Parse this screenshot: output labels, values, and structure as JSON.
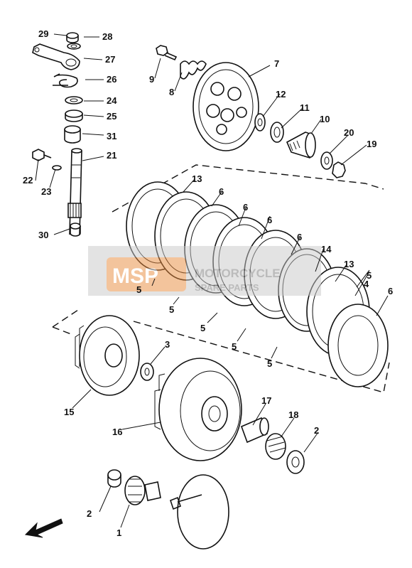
{
  "labels": [
    {
      "id": "29",
      "text": "29"
    },
    {
      "id": "28",
      "text": "28"
    },
    {
      "id": "27",
      "text": "27"
    },
    {
      "id": "26",
      "text": "26"
    },
    {
      "id": "24",
      "text": "24"
    },
    {
      "id": "25",
      "text": "25"
    },
    {
      "id": "31",
      "text": "31"
    },
    {
      "id": "21",
      "text": "21"
    },
    {
      "id": "22",
      "text": "22"
    },
    {
      "id": "23",
      "text": "23"
    },
    {
      "id": "30",
      "text": "30"
    },
    {
      "id": "9",
      "text": "9"
    },
    {
      "id": "8",
      "text": "8"
    },
    {
      "id": "7",
      "text": "7"
    },
    {
      "id": "12",
      "text": "12"
    },
    {
      "id": "11",
      "text": "11"
    },
    {
      "id": "10",
      "text": "10"
    },
    {
      "id": "20",
      "text": "20"
    },
    {
      "id": "19",
      "text": "19"
    },
    {
      "id": "13a",
      "text": "13"
    },
    {
      "id": "6a",
      "text": "6"
    },
    {
      "id": "6b",
      "text": "6"
    },
    {
      "id": "6c",
      "text": "6"
    },
    {
      "id": "6d",
      "text": "6"
    },
    {
      "id": "14",
      "text": "14"
    },
    {
      "id": "13b",
      "text": "13"
    },
    {
      "id": "5a",
      "text": "5"
    },
    {
      "id": "6e",
      "text": "6"
    },
    {
      "id": "5b",
      "text": "5"
    },
    {
      "id": "5c",
      "text": "5"
    },
    {
      "id": "5d",
      "text": "5"
    },
    {
      "id": "5e",
      "text": "5"
    },
    {
      "id": "5f",
      "text": "5"
    },
    {
      "id": "4",
      "text": "4"
    },
    {
      "id": "15",
      "text": "15"
    },
    {
      "id": "3",
      "text": "3"
    },
    {
      "id": "16",
      "text": "16"
    },
    {
      "id": "17",
      "text": "17"
    },
    {
      "id": "18",
      "text": "18"
    },
    {
      "id": "2",
      "text": "2"
    },
    {
      "id": "1",
      "text": "1"
    }
  ],
  "watermark": {
    "line1": "MOTORCYCLE",
    "line2": "SPARE PARTS",
    "logo": "MSP"
  },
  "colors": {
    "ink": "#111111",
    "watermark_grey": "#9a9a9a",
    "watermark_orange": "#e98a3c"
  },
  "icons": {
    "direction_arrow": "front-direction-arrow-icon"
  }
}
